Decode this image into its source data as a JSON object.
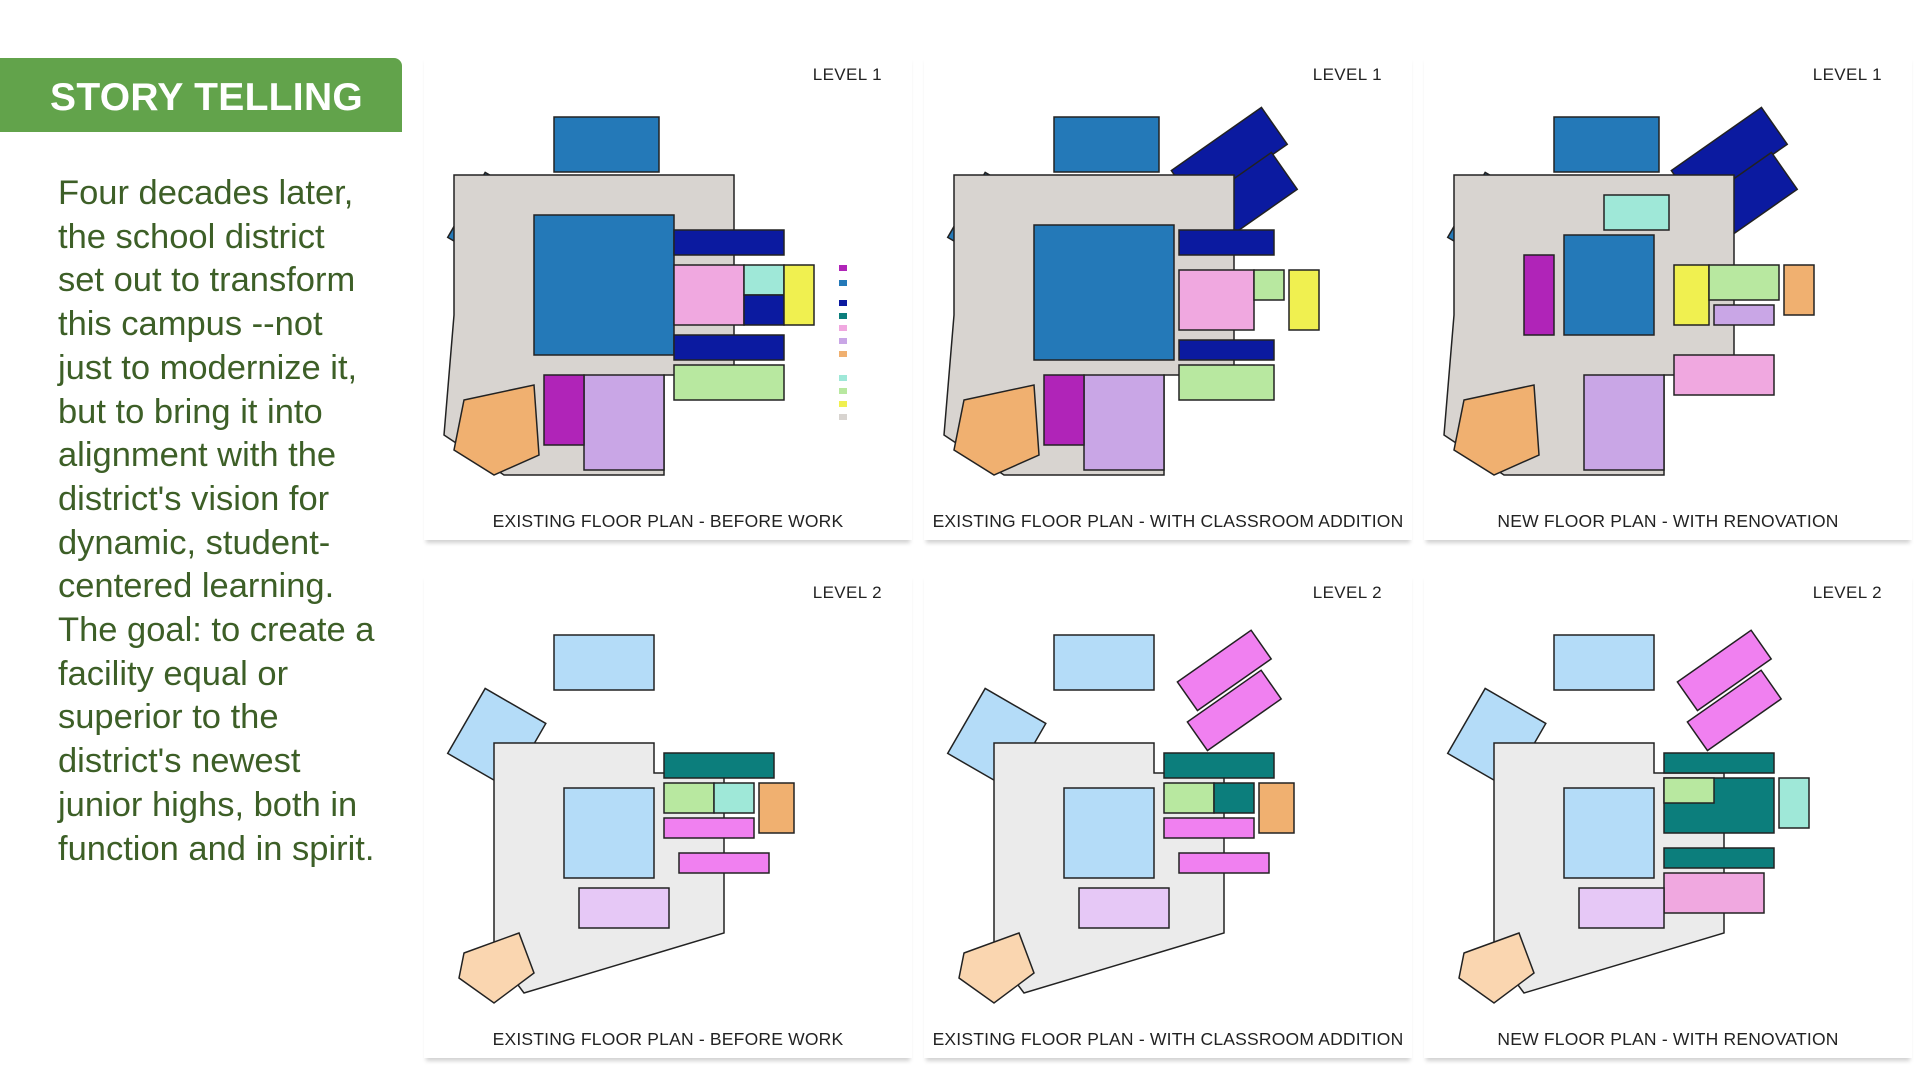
{
  "header": {
    "title": "STORY TELLING"
  },
  "body_lines": [
    "Four decades later,",
    "the school district",
    "set out to transform",
    "this campus --not",
    "just to modernize it,",
    "but to bring it into",
    "alignment with the",
    "district's vision for",
    "dynamic, student-",
    "centered learning.",
    "The goal: to create a",
    "facility equal or",
    "superior to the",
    "district's newest",
    "junior highs, both in",
    "function and in spirit."
  ],
  "panels": [
    {
      "level": "LEVEL 1",
      "caption": "EXISTING FLOOR PLAN - BEFORE WORK"
    },
    {
      "level": "LEVEL 1",
      "caption": "EXISTING FLOOR PLAN - WITH CLASSROOM ADDITION"
    },
    {
      "level": "LEVEL 1",
      "caption": "NEW FLOOR PLAN - WITH RENOVATION"
    },
    {
      "level": "LEVEL 2",
      "caption": "EXISTING FLOOR PLAN - BEFORE WORK"
    },
    {
      "level": "LEVEL 2",
      "caption": "EXISTING FLOOR PLAN - WITH CLASSROOM ADDITION"
    },
    {
      "level": "LEVEL 2",
      "caption": "NEW FLOOR PLAN - WITH RENOVATION"
    }
  ],
  "colors": {
    "header_green": "#62a34b",
    "text_green": "#3d5f27",
    "plan_blue": "#2479b8",
    "plan_navy": "#0b1aa0",
    "plan_pink": "#f0a8e0",
    "plan_magenta": "#b024b8",
    "plan_lilac": "#c9a6e6",
    "plan_orange": "#f0b070",
    "plan_lightblue": "#b4dcf8",
    "plan_teal": "#0c7e7c",
    "plan_mint": "#9fe8d8",
    "plan_lightgreen": "#b8e8a0",
    "plan_yellow": "#f0f050",
    "plan_gray": "#d8d4d0"
  }
}
